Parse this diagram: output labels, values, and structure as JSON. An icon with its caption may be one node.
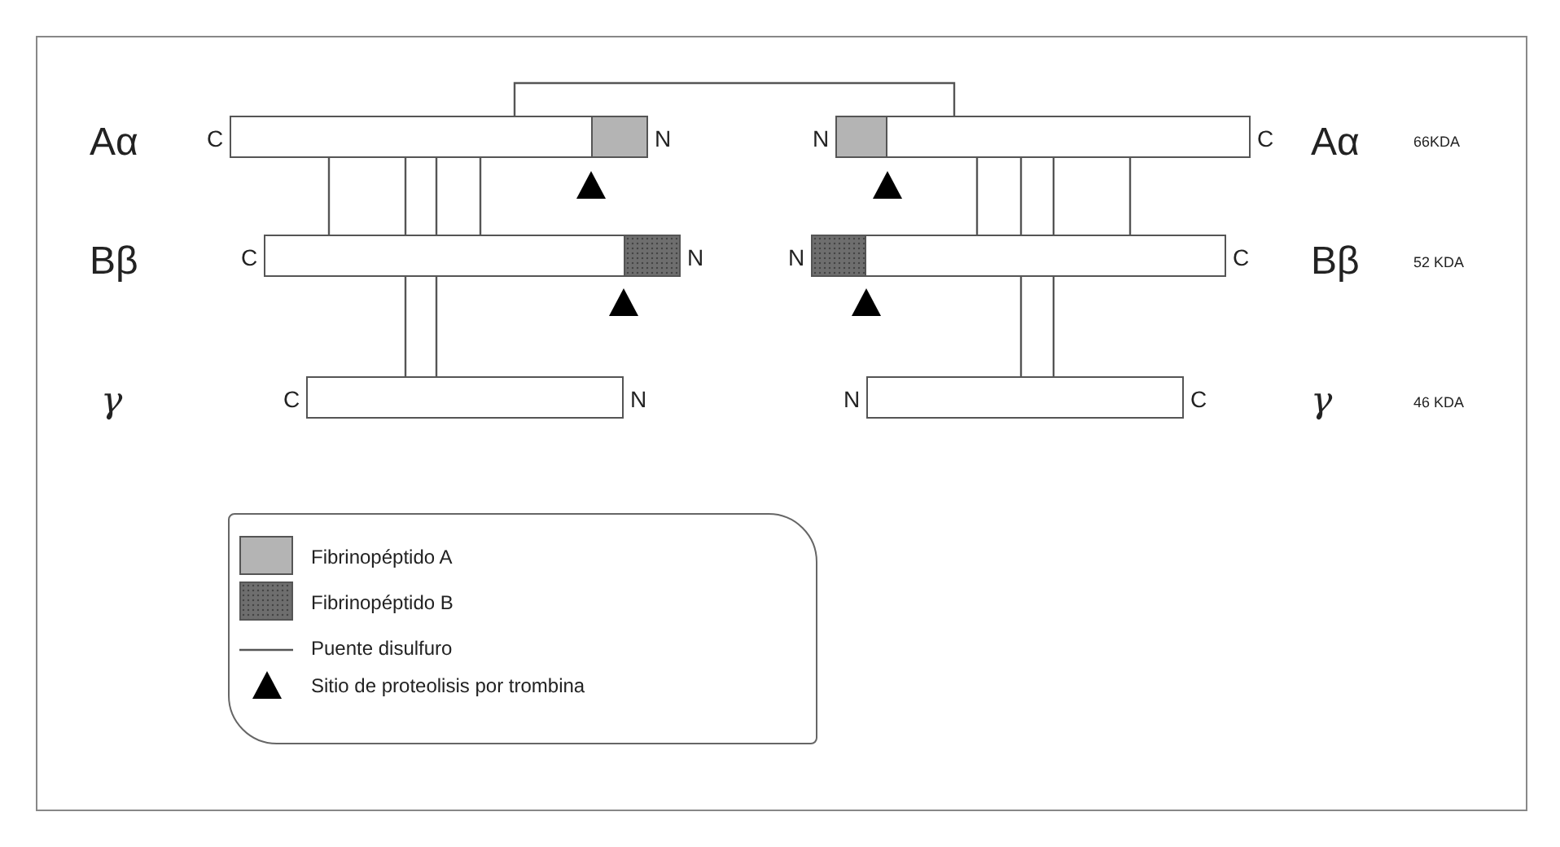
{
  "diagram": {
    "nodes": [
      {
        "text": [],
        "shape": "bar",
        "beside": [
          "C",
          "N"
        ]
      },
      {
        "text": [],
        "shape": "box",
        "in": 0
      },
      {
        "text": [],
        "shape": "bar",
        "beside": [
          "N",
          "C"
        ]
      },
      {
        "text": [],
        "shape": "box",
        "in": 2
      },
      {
        "text": [],
        "shape": "bar",
        "beside": [
          "C",
          "N"
        ]
      },
      {
        "text": [],
        "shape": "box",
        "in": 4
      },
      {
        "text": [],
        "shape": "bar",
        "beside": [
          "N",
          "C"
        ]
      },
      {
        "text": [],
        "shape": "box",
        "in": 6
      },
      {
        "text": [],
        "shape": "bar",
        "beside": [
          "C",
          "N"
        ]
      },
      {
        "text": [],
        "shape": "bar",
        "beside": [
          "N",
          "C"
        ]
      }
    ],
    "edges": [
      {
        "from": 0,
        "to": 2,
        "arrow": "none"
      },
      {
        "from": 0,
        "to": 4,
        "arrow": "none"
      },
      {
        "from": 0,
        "to": 4,
        "arrow": "none"
      },
      {
        "from": 0,
        "to": 4,
        "arrow": "none"
      },
      {
        "from": 0,
        "to": 4,
        "arrow": "none"
      },
      {
        "from": 2,
        "to": 6,
        "arrow": "none"
      },
      {
        "from": 2,
        "to": 6,
        "arrow": "none"
      },
      {
        "from": 2,
        "to": 6,
        "arrow": "none"
      },
      {
        "from": 2,
        "to": 6,
        "arrow": "none"
      },
      {
        "from": 4,
        "to": 8,
        "arrow": "none"
      },
      {
        "from": 4,
        "to": 8,
        "arrow": "none"
      },
      {
        "from": 6,
        "to": 9,
        "arrow": "none"
      },
      {
        "from": 6,
        "to": 9,
        "arrow": "none"
      }
    ],
    "labels": [
      "Aα",
      "Aα",
      "66KDA",
      "Bβ",
      "Bβ",
      "52 KDA",
      "γ",
      "γ",
      "46 KDA"
    ],
    "legend": [
      {
        "text": "Fibrinopéptido A",
        "color": "#b4b4b4"
      },
      {
        "text": "Fibrinopéptido B",
        "color": "#6e6e6e"
      },
      {
        "text": "Puente disulfuro"
      },
      {
        "text": "Sitio de proteolisis por trombina"
      }
    ]
  }
}
